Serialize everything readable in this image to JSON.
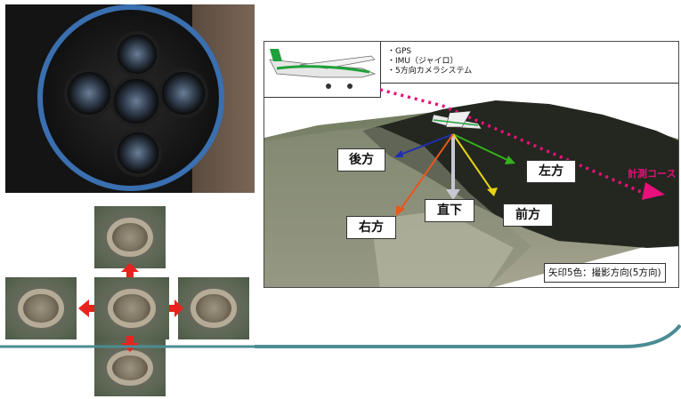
{
  "diagram": {
    "notes": [
      "・GPS",
      "・IMU（ジャイロ）",
      "・5方向カメラシステム"
    ],
    "directions": {
      "back": "後方",
      "left": "左方",
      "down": "直下",
      "forward": "前方",
      "right": "右方"
    },
    "route_label": "計測コース",
    "legend": "矢印5色：撮影方向(5方向)"
  },
  "colors": {
    "route": "#e8107a",
    "arrow_back": "#1e2fb0",
    "arrow_left": "#34b21c",
    "arrow_down": "#c8c8d4",
    "arrow_forward": "#e6d214",
    "arrow_right": "#e8561e",
    "aerial_arrows": "#e8231e",
    "footer_curve": "#4b8c93"
  }
}
